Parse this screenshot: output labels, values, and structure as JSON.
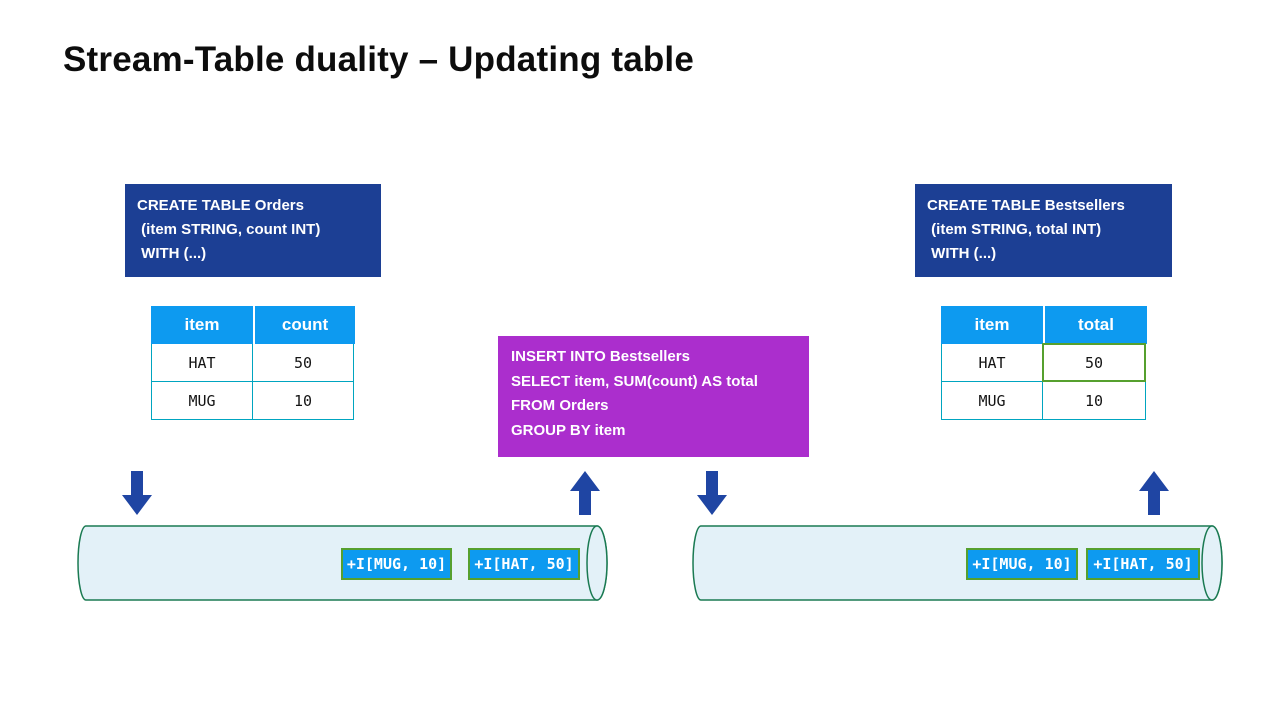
{
  "title": "Stream-Table duality – Updating table",
  "colors": {
    "dark_blue": "#1c3f94",
    "bright_blue": "#0d9af0",
    "purple": "#ab2ecd",
    "teal_table_border": "#00a5c0",
    "green_highlight": "#56a02e",
    "cylinder_fill": "#e3f1f8",
    "cylinder_stroke": "#1a7a52",
    "arrow_blue": "#1f45a3"
  },
  "orders": {
    "ddl_lines": [
      "CREATE TABLE Orders",
      " (item STRING, count INT)",
      " WITH (...)"
    ],
    "table": {
      "headers": [
        "item",
        "count"
      ],
      "rows": [
        [
          "HAT",
          "50"
        ],
        [
          "MUG",
          "10"
        ]
      ]
    }
  },
  "bestsellers": {
    "ddl_lines": [
      "CREATE TABLE Bestsellers",
      " (item STRING, total INT)",
      " WITH (...)"
    ],
    "table": {
      "headers": [
        "item",
        "total"
      ],
      "rows": [
        [
          "HAT",
          "50"
        ],
        [
          "MUG",
          "10"
        ]
      ],
      "highlighted_cell": "HAT / total = 50 (green outline)"
    }
  },
  "insert_query": {
    "lines": [
      "INSERT INTO Bestsellers",
      "SELECT item, SUM(count) AS total",
      "FROM Orders",
      "GROUP BY item"
    ]
  },
  "streams": {
    "left": {
      "events": [
        "+I[MUG, 10]",
        "+I[HAT, 50]"
      ]
    },
    "right": {
      "events": [
        "+I[MUG, 10]",
        "+I[HAT, 50]"
      ]
    }
  }
}
